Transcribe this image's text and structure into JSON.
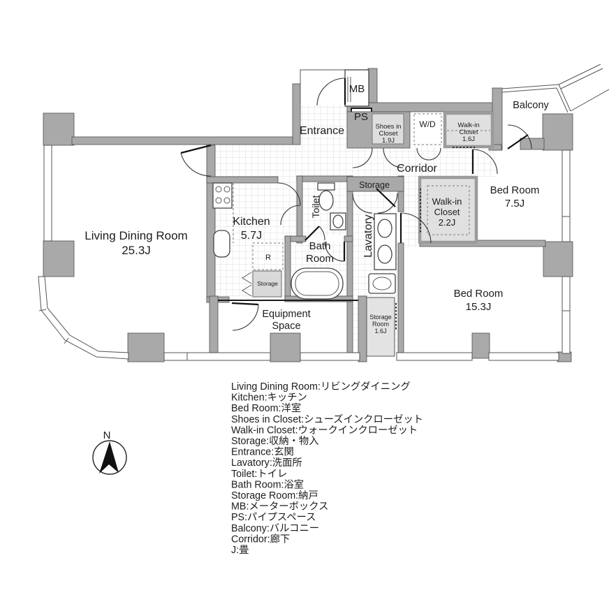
{
  "plan": {
    "compass": {
      "north_label": "N"
    },
    "rooms": {
      "living": {
        "name": "Living Dining Room",
        "size": "25.3J"
      },
      "kitchen": {
        "name": "Kitchen",
        "size": "5.7J"
      },
      "toilet": {
        "name": "Toilet"
      },
      "bath": {
        "line1": "Bath",
        "line2": "Room"
      },
      "lavatory": {
        "name": "Lavatory"
      },
      "entrance": {
        "name": "Entrance"
      },
      "corridor": {
        "name": "Corridor"
      },
      "bedroom1": {
        "name": "Bed Room",
        "size": "7.5J"
      },
      "bedroom2": {
        "name": "Bed Room",
        "size": "15.3J"
      },
      "balcony": {
        "name": "Balcony"
      },
      "equipment": {
        "line1": "Equipment",
        "line2": "Space"
      },
      "walkin_main": {
        "line1": "Walk-in",
        "line2": "Closet",
        "size": "2.2J"
      },
      "walkin_small": {
        "line1": "Walk-in",
        "line2": "Closet",
        "size": "1.6J"
      },
      "shoes_closet": {
        "line1": "Shoes in",
        "line2": "Closet",
        "size": "1.9J"
      },
      "storage_room": {
        "line1": "Storage",
        "line2": "Room",
        "size": "1.6J"
      },
      "storage_top": {
        "name": "Storage"
      },
      "storage_small": {
        "name": "Storage"
      },
      "mb": {
        "name": "MB"
      },
      "ps": {
        "name": "PS"
      },
      "wd": {
        "name": "W/D"
      },
      "refrigerator": {
        "name": "R"
      }
    },
    "legend": [
      "Living Dining Room:リビングダイニング",
      "Kitchen:キッチン",
      "Bed Room:洋室",
      "Shoes in Closet:シューズインクローゼット",
      "Walk-in Closet:ウォークインクローゼット",
      "Storage:収納・物入",
      "Entrance:玄関",
      "Lavatory:洗面所",
      "Toilet:トイレ",
      "Bath Room:浴室",
      "Storage Room:納戸",
      "MB:メーターボックス",
      "PS:パイプスペース",
      "Balcony:バルコニー",
      "Corridor:廊下",
      "J:畳"
    ],
    "colors": {
      "wall": "#a9a9a9",
      "closet_fill": "#e0e0e0",
      "grid_line": "#dddddd",
      "text": "#1c1c1c"
    }
  }
}
